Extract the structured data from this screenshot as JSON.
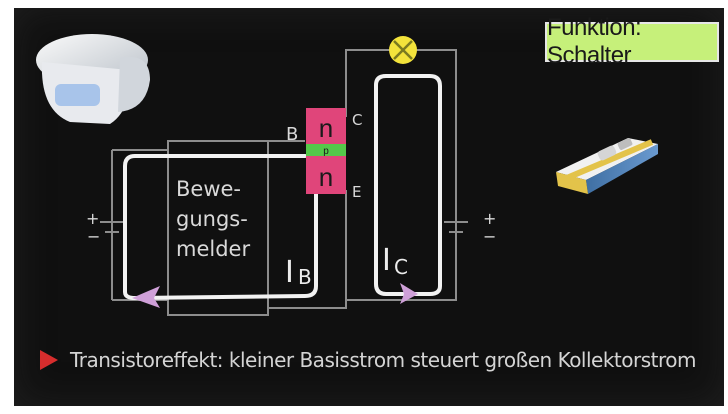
{
  "badge": {
    "text": "Funktion: Schalter",
    "color": "#c6f07a"
  },
  "transistor": {
    "base_label": "B",
    "collector_label": "C",
    "emitter_label": "E",
    "top_layer": "n",
    "middle_layer": "p",
    "bottom_layer": "n",
    "n_color": "#e0457a",
    "p_color": "#55c84a"
  },
  "sensor_box": {
    "lines": [
      "Bewe-",
      "gungs-",
      "melder"
    ]
  },
  "currents": {
    "base_symbol": "I",
    "base_subscript": "B",
    "collector_symbol": "I",
    "collector_subscript": "C"
  },
  "battery_left": {
    "plus": "+",
    "minus": "−"
  },
  "battery_right": {
    "plus": "+",
    "minus": "−"
  },
  "lamp_color": "#f3e33b",
  "arrow_color": "#cfa0d8",
  "footnote": {
    "text": "Transistoreffekt: kleiner Basisstrom steuert großen Kollektorstrom",
    "arrow_color": "#d72d2d"
  },
  "icons": [
    "motion-sensor-icon",
    "lamp-icon",
    "vacuum-nozzle-icon"
  ]
}
